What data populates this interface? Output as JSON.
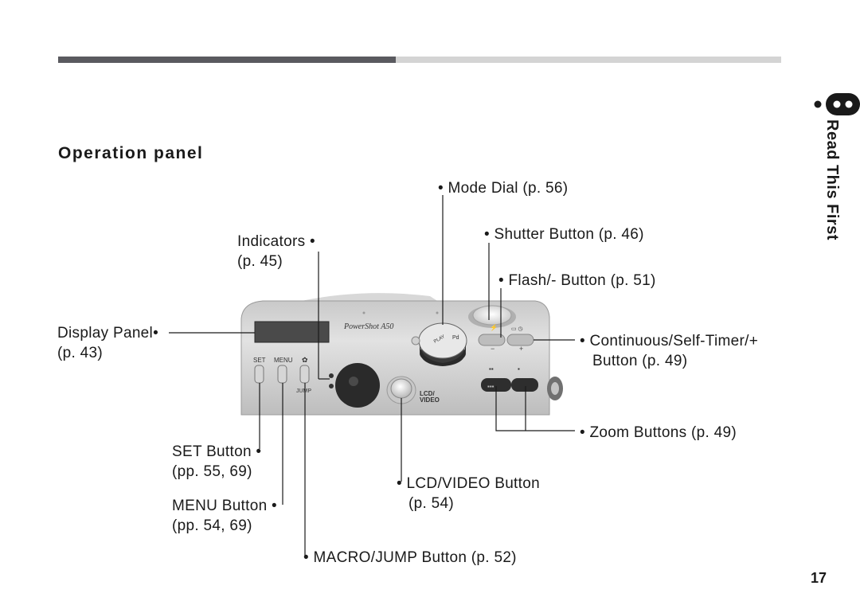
{
  "section_title": "Operation panel",
  "side_tab": {
    "label": "Read This First"
  },
  "page_number": "17",
  "camera": {
    "brand_text": "PowerShot A50",
    "button_set": "SET",
    "button_menu": "MENU",
    "jump_text": "JUMP",
    "lcd_text_1": "LCD/",
    "lcd_text_2": "VIDEO"
  },
  "labels": {
    "mode_dial": "• Mode Dial (p. 56)",
    "shutter": "• Shutter Button (p. 46)",
    "indicators_1": "Indicators •",
    "indicators_2": "(p. 45)",
    "flash": "• Flash/- Button (p. 51)",
    "display_1": "Display Panel•",
    "display_2": "(p. 43)",
    "continuous_1": "• Continuous/Self-Timer/+",
    "continuous_2": "Button (p. 49)",
    "zoom": "• Zoom Buttons (p. 49)",
    "set_1": "SET Button •",
    "set_2": "(pp. 55, 69)",
    "lcd_1": "• LCD/VIDEO Button",
    "lcd_2": "(p. 54)",
    "menu_1": "MENU Button •",
    "menu_2": "(pp. 54, 69)",
    "macro": "• MACRO/JUMP Button (p. 52)"
  }
}
